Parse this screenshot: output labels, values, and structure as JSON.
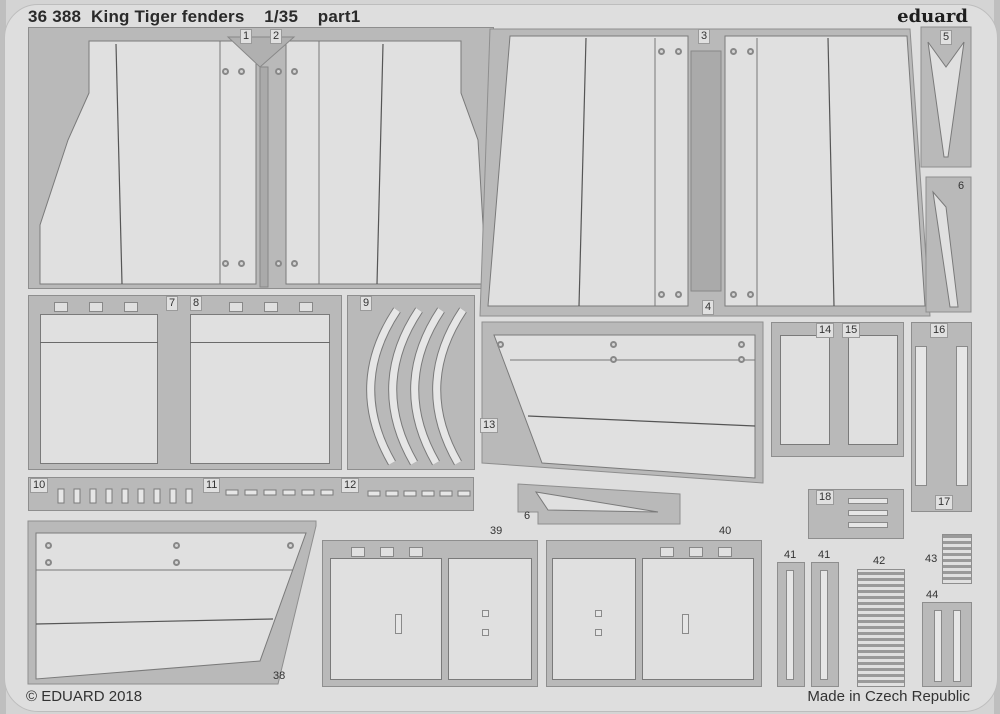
{
  "sheet": {
    "title": "36 388  King Tiger fenders    1/35    part1",
    "brand": "eduard",
    "copyright": "© EDUARD 2018",
    "origin": "Made in Czech Republic",
    "colors": {
      "background": "#dedede",
      "fret": "#b9b9b9",
      "part": "#e0e0e0",
      "outline": "#7a7a7a"
    }
  },
  "parts": {
    "p1": "1",
    "p2": "2",
    "p3": "3",
    "p4": "4",
    "p5": "5",
    "p6": "6",
    "p6b": "6",
    "p7": "7",
    "p8": "8",
    "p9": "9",
    "p10": "10",
    "p11": "11",
    "p12": "12",
    "p13": "13",
    "p14": "14",
    "p15": "15",
    "p16": "16",
    "p17": "17",
    "p18": "18",
    "p38": "38",
    "p39": "39",
    "p40": "40",
    "p41a": "41",
    "p41b": "41",
    "p42": "42",
    "p43": "43",
    "p44": "44"
  }
}
